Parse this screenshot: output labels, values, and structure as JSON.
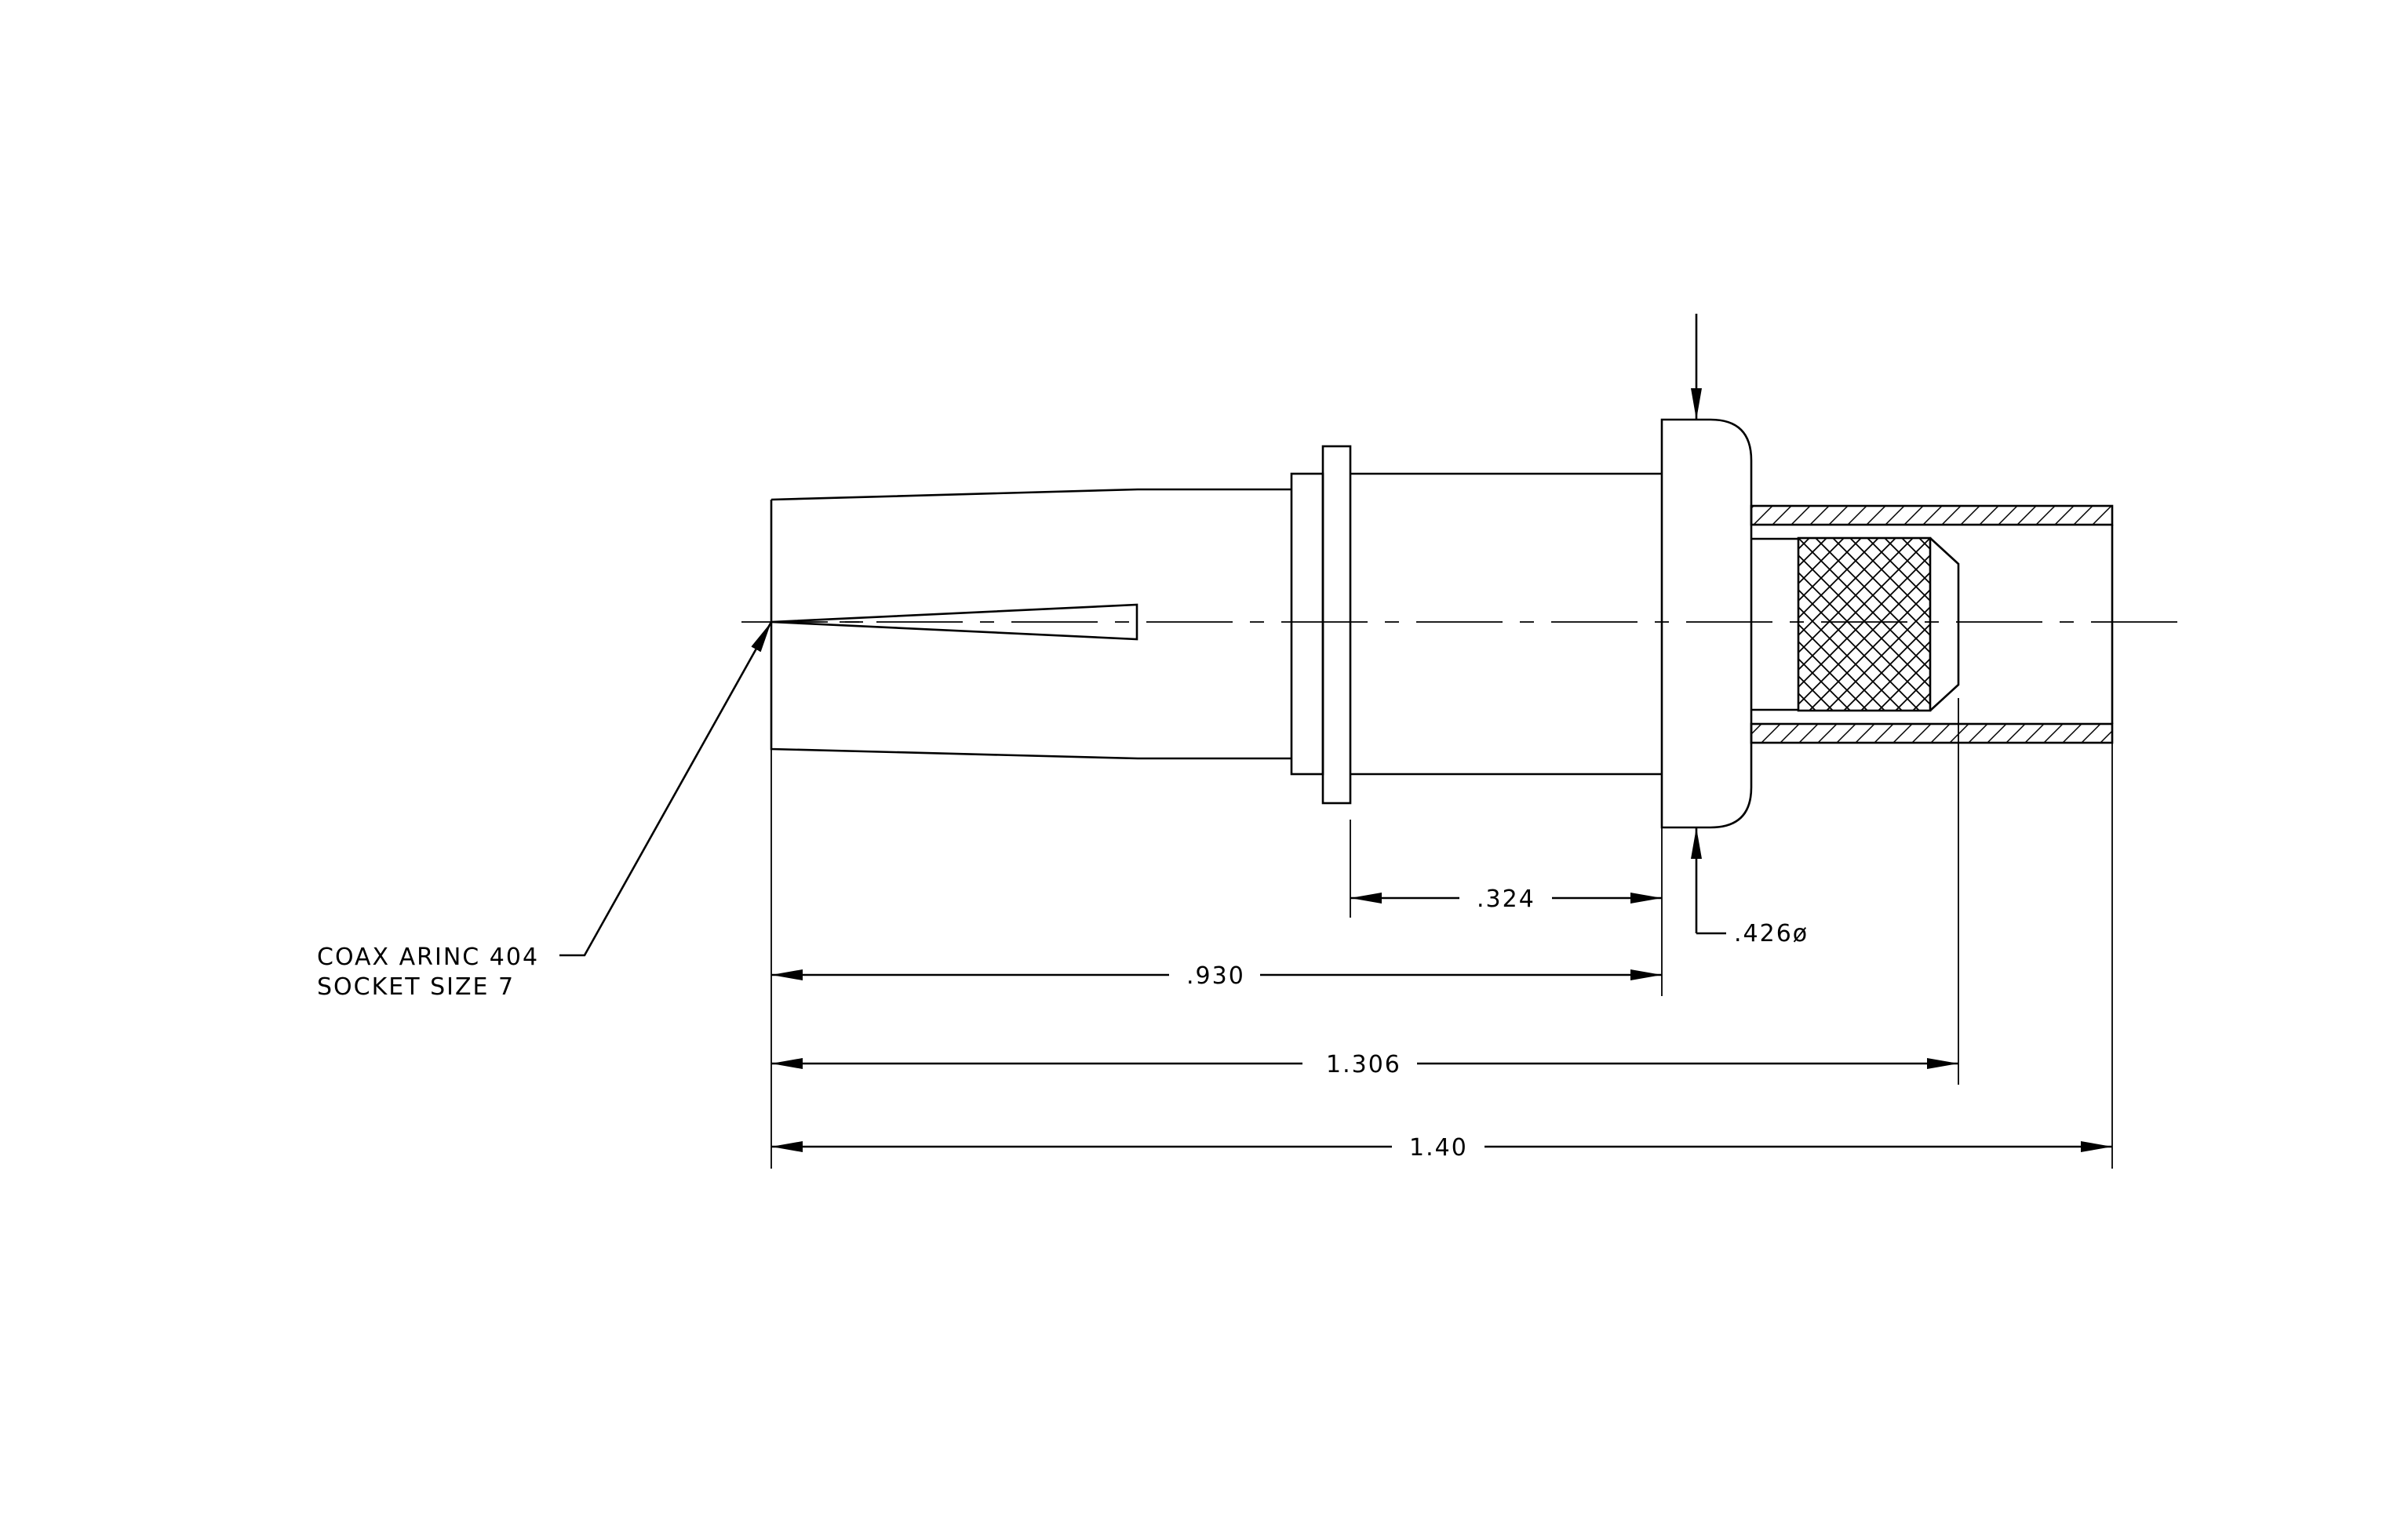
{
  "callout": {
    "line1": "COAX ARINC 404",
    "line2": "SOCKET SIZE 7"
  },
  "dimensions": {
    "d324": ".324",
    "d930": ".930",
    "d1306": "1.306",
    "d140": "1.40",
    "diameter": ".426ø"
  }
}
